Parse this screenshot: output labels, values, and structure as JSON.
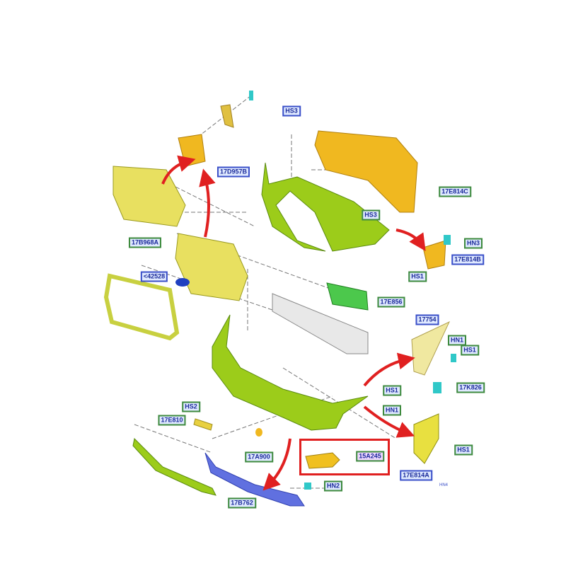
{
  "diagram": {
    "title": "Front bumper and grille assembly exploded parts view",
    "highlighted_part": "15A245",
    "colors": {
      "highlight": "#e02020",
      "arrow": "#e02020",
      "bumper": "#9ccc1a",
      "grille": "#e8e060",
      "bracket": "#f0b820",
      "clip": "#30c8c8",
      "label_border": "#3d8a3d"
    },
    "labels": {
      "hs3_top": "HS3",
      "l17d957b": "17D957B",
      "l17e814c": "17E814C",
      "hs3_mid": "HS3",
      "hn3": "HN3",
      "l17e814b": "17E814B",
      "hs1_a": "HS1",
      "l17b968a": "17B968A",
      "l42528": "<42528",
      "l17e856": "17E856",
      "l17754": "17754",
      "hn1_a": "HN1",
      "hs1_b": "HS1",
      "hs1_c": "HS1",
      "l17k826": "17K826",
      "hn1_b": "HN1",
      "hs2": "HS2",
      "l17e810": "17E810",
      "l17a900": "17A900",
      "l15a245": "15A245",
      "l17e814a": "17E814A",
      "hs1_d": "HS1",
      "l17b762": "17B762",
      "hn2": "HN2",
      "hn4_partial": "HN4"
    }
  }
}
